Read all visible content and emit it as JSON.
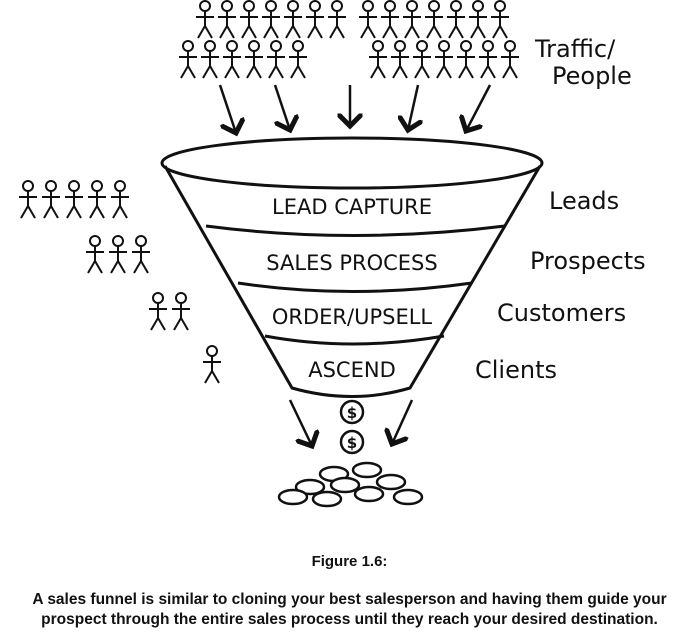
{
  "funnel": {
    "stages": [
      {
        "label": "LEAD CAPTURE"
      },
      {
        "label": "SALES PROCESS"
      },
      {
        "label": "ORDER/UPSELL"
      },
      {
        "label": "ASCEND"
      }
    ]
  },
  "side_labels": {
    "traffic_line1": "Traffic/",
    "traffic_line2": "People",
    "leads": "Leads",
    "prospects": "Prospects",
    "customers": "Customers",
    "clients": "Clients"
  },
  "people_counts": {
    "traffic_rows": [
      14,
      13
    ],
    "leads": 5,
    "prospects": 3,
    "customers": 2,
    "clients": 1
  },
  "coin_symbol": "$",
  "caption": {
    "title": "Figure 1.6:",
    "body": "A sales funnel is similar to cloning your best salesperson and having them guide your prospect through the entire sales process until they reach your desired destination."
  }
}
